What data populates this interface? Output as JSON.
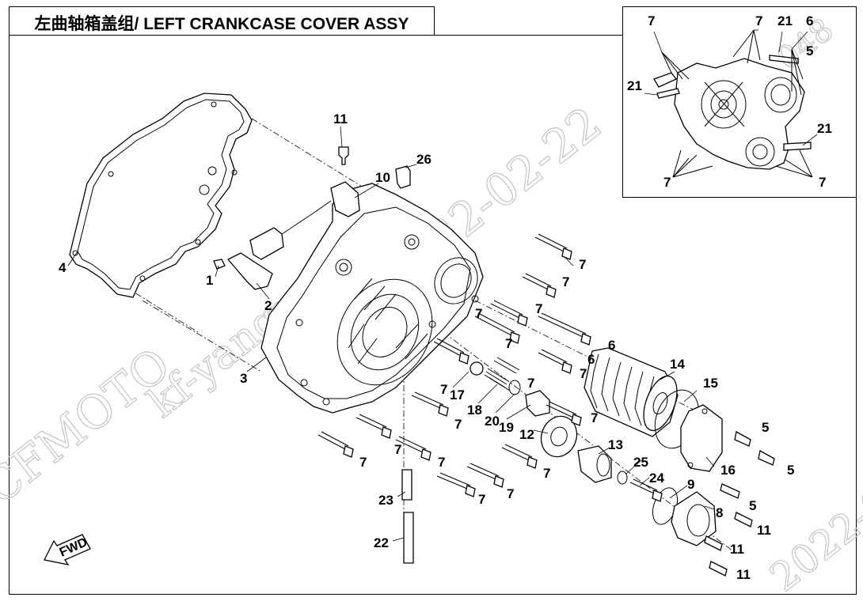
{
  "title": {
    "text": "左曲轴箱盖组/ LEFT CRANKCASE COVER  ASSY"
  },
  "watermarks": {
    "brand": "CFMOTO",
    "user": "kf-yangxy",
    "date": "2022-02-22",
    "inset_text": "048"
  },
  "fwd_arrow": {
    "label": "FWD"
  },
  "callouts": [
    {
      "id": "c-11-top",
      "text": "11"
    },
    {
      "id": "c-26",
      "text": "26"
    },
    {
      "id": "c-10",
      "text": "10"
    },
    {
      "id": "c-4",
      "text": "4"
    },
    {
      "id": "c-1",
      "text": "1"
    },
    {
      "id": "c-2",
      "text": "2"
    },
    {
      "id": "c-3",
      "text": "3"
    },
    {
      "id": "c-7a",
      "text": "7"
    },
    {
      "id": "c-7b",
      "text": "7"
    },
    {
      "id": "c-7c",
      "text": "7"
    },
    {
      "id": "c-7d",
      "text": "7"
    },
    {
      "id": "c-7e",
      "text": "7"
    },
    {
      "id": "c-6a",
      "text": "6"
    },
    {
      "id": "c-6b",
      "text": "6"
    },
    {
      "id": "c-7f",
      "text": "7"
    },
    {
      "id": "c-14",
      "text": "14"
    },
    {
      "id": "c-15",
      "text": "15"
    },
    {
      "id": "c-7g",
      "text": "7"
    },
    {
      "id": "c-17",
      "text": "17"
    },
    {
      "id": "c-18",
      "text": "18"
    },
    {
      "id": "c-20",
      "text": "20"
    },
    {
      "id": "c-19",
      "text": "19"
    },
    {
      "id": "c-12",
      "text": "12"
    },
    {
      "id": "c-7h",
      "text": "7"
    },
    {
      "id": "c-7i",
      "text": "7"
    },
    {
      "id": "c-5a",
      "text": "5"
    },
    {
      "id": "c-5b",
      "text": "5"
    },
    {
      "id": "c-16",
      "text": "16"
    },
    {
      "id": "c-13",
      "text": "13"
    },
    {
      "id": "c-7j",
      "text": "7"
    },
    {
      "id": "c-7k",
      "text": "7"
    },
    {
      "id": "c-7l",
      "text": "7"
    },
    {
      "id": "c-7m",
      "text": "7"
    },
    {
      "id": "c-25",
      "text": "25"
    },
    {
      "id": "c-24",
      "text": "24"
    },
    {
      "id": "c-7n",
      "text": "7"
    },
    {
      "id": "c-7o",
      "text": "7"
    },
    {
      "id": "c-9",
      "text": "9"
    },
    {
      "id": "c-8",
      "text": "8"
    },
    {
      "id": "c-5c",
      "text": "5"
    },
    {
      "id": "c-11a",
      "text": "11"
    },
    {
      "id": "c-23",
      "text": "23"
    },
    {
      "id": "c-22",
      "text": "22"
    },
    {
      "id": "c-11b",
      "text": "11"
    },
    {
      "id": "c-11c",
      "text": "11"
    }
  ],
  "inset_callouts": [
    {
      "id": "i-7a",
      "text": "7"
    },
    {
      "id": "i-7b",
      "text": "7"
    },
    {
      "id": "i-21a",
      "text": "21"
    },
    {
      "id": "i-6",
      "text": "6"
    },
    {
      "id": "i-5",
      "text": "5"
    },
    {
      "id": "i-21b",
      "text": "21"
    },
    {
      "id": "i-21c",
      "text": "21"
    },
    {
      "id": "i-7c",
      "text": "7"
    },
    {
      "id": "i-7d",
      "text": "7"
    }
  ]
}
